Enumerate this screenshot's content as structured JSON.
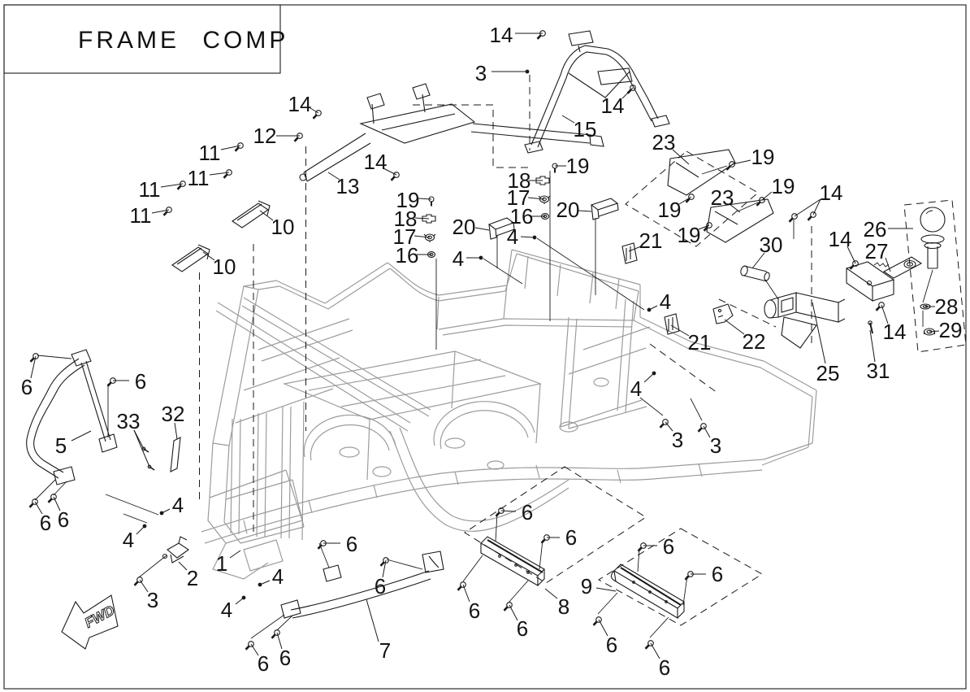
{
  "title_block": {
    "title": "FRAME COMP"
  },
  "orientation": {
    "fwd_label": "FWD"
  },
  "colors": {
    "ink": "#1a1a1a",
    "frame_gray": "#9c9c9c",
    "paper": "#ffffff"
  },
  "callouts": [
    {
      "label": "14",
      "t": [
        617,
        43
      ],
      "s": [
        634,
        41
      ],
      "e": [
        668,
        41
      ],
      "m": "bolt"
    },
    {
      "label": "3",
      "t": [
        592,
        90
      ],
      "s": [
        605,
        88
      ],
      "e": [
        649,
        88
      ],
      "m": "dot"
    },
    {
      "label": "14",
      "t": [
        754,
        130
      ],
      "s": [
        766,
        121
      ],
      "e": [
        779,
        108
      ],
      "m": "bolt"
    },
    {
      "label": "15",
      "t": [
        720,
        159
      ],
      "s": [
        707,
        151
      ],
      "e": [
        692,
        142
      ],
      "m": "none"
    },
    {
      "label": "23",
      "t": [
        817,
        175
      ],
      "s": [
        828,
        184
      ],
      "e": [
        848,
        202
      ],
      "m": "none"
    },
    {
      "label": "19",
      "t": [
        939,
        193
      ],
      "s": [
        924,
        197
      ],
      "e": [
        901,
        202
      ],
      "m": "bolt"
    },
    {
      "label": "23",
      "t": [
        889,
        243
      ],
      "s": [
        898,
        251
      ],
      "e": [
        911,
        261
      ],
      "m": "none"
    },
    {
      "label": "19",
      "t": [
        964,
        229
      ],
      "s": [
        950,
        236
      ],
      "e": [
        938,
        246
      ],
      "m": "bolt"
    },
    {
      "label": "14",
      "t": [
        1023,
        237
      ],
      "s": [
        1010,
        245
      ],
      "e": [
        978,
        266
      ],
      "e2": [
        1001,
        264
      ],
      "m": "bolt"
    },
    {
      "label": "19",
      "t": [
        824,
        258
      ],
      "s": [
        836,
        251
      ],
      "e": [
        851,
        242
      ],
      "m": "bolt"
    },
    {
      "label": "19",
      "t": [
        848,
        289
      ],
      "s": [
        860,
        282
      ],
      "e": [
        873,
        277
      ],
      "m": "bolt"
    },
    {
      "label": "21",
      "t": [
        801,
        296
      ],
      "s": [
        789,
        303
      ],
      "e": [
        774,
        309
      ],
      "m": "none"
    },
    {
      "label": "26",
      "t": [
        1077,
        282
      ],
      "s": [
        1093,
        281
      ],
      "e": [
        1124,
        281
      ],
      "m": "none"
    },
    {
      "label": "27",
      "t": [
        1079,
        309
      ],
      "s": [
        1090,
        317
      ],
      "e": [
        1096,
        334
      ],
      "m": "none"
    },
    {
      "label": "30",
      "t": [
        949,
        301
      ],
      "s": [
        941,
        311
      ],
      "e": [
        926,
        330
      ],
      "m": "none"
    },
    {
      "label": "14",
      "t": [
        1034,
        294
      ],
      "s": [
        1043,
        303
      ],
      "e": [
        1053,
        324
      ],
      "m": "bolt"
    },
    {
      "label": "28",
      "t": [
        1165,
        377
      ],
      "s": [
        1151,
        377
      ],
      "e": [
        1139,
        377
      ],
      "m": "washer"
    },
    {
      "label": "29",
      "t": [
        1170,
        406
      ],
      "s": [
        1156,
        407
      ],
      "e": [
        1144,
        408
      ],
      "m": "nut"
    },
    {
      "label": "25",
      "t": [
        1019,
        459
      ],
      "s": [
        1016,
        447
      ],
      "e": [
        1000,
        372
      ],
      "m": "none"
    },
    {
      "label": "31",
      "t": [
        1081,
        456
      ],
      "s": [
        1077,
        445
      ],
      "e": [
        1071,
        406
      ],
      "m": "screw"
    },
    {
      "label": "14",
      "t": [
        1101,
        408
      ],
      "s": [
        1093,
        398
      ],
      "e": [
        1085,
        375
      ],
      "m": "bolt"
    },
    {
      "label": "19",
      "t": [
        502,
        246
      ],
      "s": [
        515,
        244
      ],
      "e": [
        531,
        245
      ],
      "m": "bolt19"
    },
    {
      "label": "18",
      "t": [
        499,
        269
      ],
      "s": [
        511,
        268
      ],
      "e": [
        528,
        269
      ],
      "m": "clip18"
    },
    {
      "label": "17",
      "t": [
        498,
        291
      ],
      "s": [
        510,
        290
      ],
      "e": [
        529,
        292
      ],
      "m": "nut17"
    },
    {
      "label": "16",
      "t": [
        501,
        314
      ],
      "s": [
        513,
        313
      ],
      "e": [
        531,
        313
      ],
      "m": "nut16"
    },
    {
      "label": "20",
      "t": [
        571,
        279
      ],
      "s": [
        585,
        280
      ],
      "e": [
        602,
        283
      ],
      "m": "none"
    },
    {
      "label": "4",
      "t": [
        564,
        318
      ],
      "s": [
        574,
        317
      ],
      "e": [
        592,
        317
      ],
      "m": "dot"
    },
    {
      "label": "19",
      "t": [
        711,
        204
      ],
      "s": [
        697,
        204
      ],
      "e": [
        683,
        204
      ],
      "m": "bolt19"
    },
    {
      "label": "18",
      "t": [
        639,
        222
      ],
      "s": [
        651,
        222
      ],
      "e": [
        668,
        222
      ],
      "m": "clip18"
    },
    {
      "label": "17",
      "t": [
        638,
        243
      ],
      "s": [
        650,
        243
      ],
      "e": [
        670,
        245
      ],
      "m": "nut17"
    },
    {
      "label": "16",
      "t": [
        642,
        266
      ],
      "s": [
        654,
        266
      ],
      "e": [
        671,
        266
      ],
      "m": "nut16"
    },
    {
      "label": "20",
      "t": [
        699,
        258
      ],
      "s": [
        712,
        259
      ],
      "e": [
        728,
        260
      ],
      "m": "none"
    },
    {
      "label": "4",
      "t": [
        631,
        291
      ],
      "s": [
        641,
        291
      ],
      "e": [
        658,
        292
      ],
      "m": "dot"
    },
    {
      "label": "21",
      "t": [
        861,
        421
      ],
      "s": [
        848,
        413
      ],
      "e": [
        826,
        400
      ],
      "m": "none"
    },
    {
      "label": "22",
      "t": [
        928,
        420
      ],
      "s": [
        916,
        411
      ],
      "e": [
        892,
        393
      ],
      "m": "none"
    },
    {
      "label": "14",
      "t": [
        369,
        128
      ],
      "s": [
        382,
        133
      ],
      "e": [
        392,
        139
      ],
      "m": "bolt"
    },
    {
      "label": "12",
      "t": [
        326,
        167
      ],
      "s": [
        340,
        167
      ],
      "e": [
        369,
        167
      ],
      "m": "bolt"
    },
    {
      "label": "11",
      "t": [
        258,
        188
      ],
      "s": [
        272,
        184
      ],
      "e": [
        296,
        179
      ],
      "m": "bolt"
    },
    {
      "label": "11",
      "t": [
        244,
        219
      ],
      "s": [
        258,
        215
      ],
      "e": [
        282,
        212
      ],
      "m": "bolt"
    },
    {
      "label": "11",
      "t": [
        184,
        233
      ],
      "s": [
        198,
        230
      ],
      "e": [
        225,
        226
      ],
      "m": "bolt"
    },
    {
      "label": "11",
      "t": [
        173,
        265
      ],
      "s": [
        187,
        262
      ],
      "e": [
        208,
        258
      ],
      "m": "bolt"
    },
    {
      "label": "10",
      "t": [
        348,
        279
      ],
      "s": [
        336,
        271
      ],
      "e": [
        320,
        259
      ],
      "m": "none"
    },
    {
      "label": "10",
      "t": [
        276,
        328
      ],
      "s": [
        264,
        320
      ],
      "e": [
        250,
        310
      ],
      "m": "none"
    },
    {
      "label": "13",
      "t": [
        428,
        229
      ],
      "s": [
        418,
        221
      ],
      "e": [
        404,
        212
      ],
      "m": "none"
    },
    {
      "label": "14",
      "t": [
        462,
        199
      ],
      "s": [
        472,
        207
      ],
      "e": [
        488,
        215
      ],
      "m": "bolt"
    },
    {
      "label": "6",
      "t": [
        33,
        476
      ],
      "s": [
        38,
        465
      ],
      "e": [
        44,
        438
      ],
      "m": "bolt"
    },
    {
      "label": "6",
      "t": [
        173,
        469
      ],
      "s": [
        159,
        468
      ],
      "e": [
        139,
        468
      ],
      "m": "bolt"
    },
    {
      "label": "5",
      "t": [
        75,
        548
      ],
      "s": [
        88,
        542
      ],
      "e": [
        112,
        530
      ],
      "m": "none"
    },
    {
      "label": "33",
      "t": [
        158,
        518
      ],
      "s": [
        165,
        529
      ],
      "e": [
        177,
        552
      ],
      "e2": [
        184,
        574
      ],
      "m": "screwsm"
    },
    {
      "label": "32",
      "t": [
        213,
        509
      ],
      "s": [
        215,
        520
      ],
      "e": [
        218,
        540
      ],
      "m": "none"
    },
    {
      "label": "6",
      "t": [
        56,
        643
      ],
      "s": [
        52,
        632
      ],
      "e": [
        43,
        617
      ],
      "m": "bolt"
    },
    {
      "label": "6",
      "t": [
        78,
        639
      ],
      "s": [
        74,
        628
      ],
      "e": [
        66,
        611
      ],
      "m": "bolt"
    },
    {
      "label": "4",
      "t": [
        219,
        621
      ],
      "s": [
        209,
        626
      ],
      "e": [
        199,
        631
      ],
      "m": "dot"
    },
    {
      "label": "4",
      "t": [
        158,
        664
      ],
      "s": [
        168,
        657
      ],
      "e": [
        178,
        647
      ],
      "m": "dot"
    },
    {
      "label": "1",
      "t": [
        273,
        693
      ],
      "s": [
        283,
        686
      ],
      "e": [
        296,
        677
      ],
      "m": "none"
    },
    {
      "label": "2",
      "t": [
        237,
        711
      ],
      "s": [
        230,
        701
      ],
      "e": [
        220,
        691
      ],
      "m": "none"
    },
    {
      "label": "3",
      "t": [
        188,
        738
      ],
      "s": [
        182,
        728
      ],
      "e": [
        172,
        713
      ],
      "m": "bolt"
    },
    {
      "label": "4",
      "t": [
        342,
        709
      ],
      "s": [
        332,
        714
      ],
      "e": [
        320,
        719
      ],
      "m": "dot"
    },
    {
      "label": "4",
      "t": [
        279,
        750
      ],
      "s": [
        290,
        743
      ],
      "e": [
        300,
        735
      ],
      "m": "dot"
    },
    {
      "label": "6",
      "t": [
        433,
        669
      ],
      "s": [
        419,
        668
      ],
      "e": [
        398,
        668
      ],
      "m": "bolt"
    },
    {
      "label": "6",
      "t": [
        468,
        721
      ],
      "s": [
        471,
        710
      ],
      "e": [
        475,
        689
      ],
      "m": "bolt"
    },
    {
      "label": "7",
      "t": [
        474,
        800
      ],
      "s": [
        466,
        789
      ],
      "e": [
        451,
        737
      ],
      "m": "none"
    },
    {
      "label": "6",
      "t": [
        324,
        816
      ],
      "s": [
        318,
        806
      ],
      "e": [
        309,
        792
      ],
      "m": "bolt"
    },
    {
      "label": "6",
      "t": [
        351,
        809
      ],
      "s": [
        347,
        798
      ],
      "e": [
        341,
        778
      ],
      "m": "bolt"
    },
    {
      "label": "6",
      "t": [
        649,
        630
      ],
      "s": [
        635,
        629
      ],
      "e": [
        617,
        628
      ],
      "m": "bolt"
    },
    {
      "label": "6",
      "t": [
        703,
        661
      ],
      "s": [
        689,
        661
      ],
      "e": [
        673,
        661
      ],
      "m": "bolt"
    },
    {
      "label": "8",
      "t": [
        694,
        746
      ],
      "s": [
        686,
        736
      ],
      "e": [
        671,
        724
      ],
      "m": "none"
    },
    {
      "label": "6",
      "t": [
        584,
        751
      ],
      "s": [
        578,
        740
      ],
      "e": [
        570,
        719
      ],
      "m": "bolt"
    },
    {
      "label": "6",
      "t": [
        643,
        773
      ],
      "s": [
        637,
        763
      ],
      "e": [
        627,
        744
      ],
      "m": "bolt"
    },
    {
      "label": "6",
      "t": [
        823,
        672
      ],
      "s": [
        809,
        671
      ],
      "e": [
        792,
        671
      ],
      "m": "bolt"
    },
    {
      "label": "6",
      "t": [
        883,
        706
      ],
      "s": [
        869,
        706
      ],
      "e": [
        850,
        706
      ],
      "m": "bolt"
    },
    {
      "label": "9",
      "t": [
        722,
        721
      ],
      "s": [
        734,
        723
      ],
      "e": [
        758,
        727
      ],
      "m": "none"
    },
    {
      "label": "6",
      "t": [
        753,
        793
      ],
      "s": [
        748,
        782
      ],
      "e": [
        737,
        762
      ],
      "m": "bolt"
    },
    {
      "label": "6",
      "t": [
        818,
        821
      ],
      "s": [
        812,
        810
      ],
      "e": [
        801,
        791
      ],
      "m": "bolt"
    },
    {
      "label": "4",
      "t": [
        819,
        371
      ],
      "s": [
        809,
        376
      ],
      "e": [
        799,
        381
      ],
      "m": "dot"
    },
    {
      "label": "4",
      "t": [
        783,
        478
      ],
      "s": [
        793,
        470
      ],
      "e": [
        805,
        459
      ],
      "m": "dot"
    },
    {
      "label": "3",
      "t": [
        834,
        541
      ],
      "s": [
        828,
        530
      ],
      "e": [
        819,
        519
      ],
      "m": "bolt"
    },
    {
      "label": "3",
      "t": [
        881,
        548
      ],
      "s": [
        874,
        538
      ],
      "e": [
        866,
        524
      ],
      "m": "bolt"
    }
  ]
}
